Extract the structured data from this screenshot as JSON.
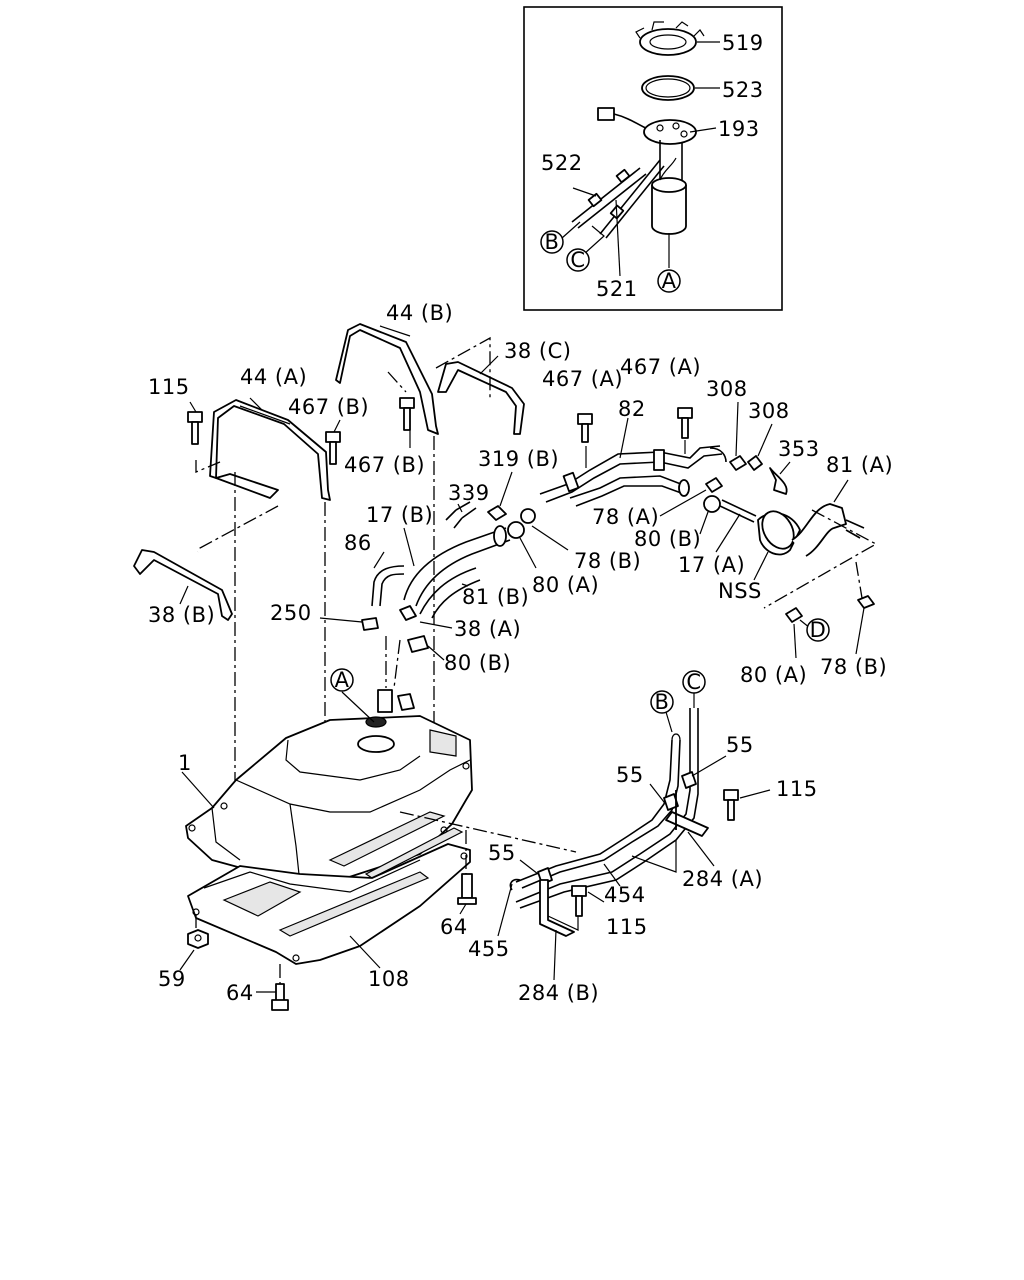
{
  "labels": {
    "p519": "519",
    "p523": "523",
    "p193": "193",
    "p522": "522",
    "p521": "521",
    "p44b": "44 (B)",
    "p38c": "38 (C)",
    "p115a": "115",
    "p44a": "44 (A)",
    "p467b_top": "467 (B)",
    "p467b_mid": "467 (B)",
    "p467a_1": "467 (A)",
    "p467a_2": "467 (A)",
    "p308_1": "308",
    "p308_2": "308",
    "p82": "82",
    "p353": "353",
    "p81a": "81 (A)",
    "p319b": "319 (B)",
    "p339": "339",
    "p78a": "78 (A)",
    "p17b": "17 (B)",
    "p80b_1": "80 (B)",
    "p78b_1": "78 (B)",
    "p17a": "17 (A)",
    "p86": "86",
    "pnss": "NSS",
    "p81b": "81 (B)",
    "p80a_1": "80 (A)",
    "p38b": "38 (B)",
    "p250": "250",
    "p38a": "38 (A)",
    "p80b_2": "80 (B)",
    "p80a_2": "80 (A)",
    "p78b_2": "78 (B)",
    "p55_1": "55",
    "p55_2": "55",
    "p55_3": "55",
    "p115b": "115",
    "p1": "1",
    "p284a": "284 (A)",
    "p454": "454",
    "p115c": "115",
    "p64a": "64",
    "p455": "455",
    "p59": "59",
    "p108": "108",
    "p64b": "64",
    "p284b": "284 (B)"
  },
  "markers": {
    "a_inset": "A",
    "b_inset": "B",
    "c_inset": "C",
    "a_tank": "A",
    "b_pipe": "B",
    "c_pipe": "C",
    "d_right": "D"
  }
}
